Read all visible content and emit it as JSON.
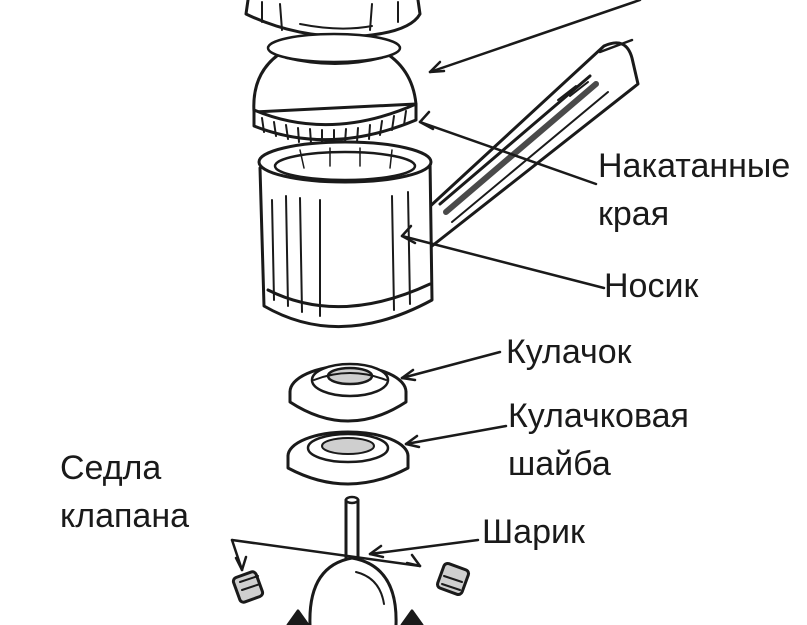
{
  "labels": {
    "knurled_edges_line1": "Накатанные",
    "knurled_edges_line2": "края",
    "spout": "Носик",
    "cam": "Кулачок",
    "cam_washer_line1": "Кулачковая",
    "cam_washer_line2": "шайба",
    "valve_seats_line1": "Седла",
    "valve_seats_line2": "клапана",
    "ball": "Шарик"
  },
  "colors": {
    "ink": "#1a1a1a",
    "fill": "#ffffff",
    "shade": "#cfcfcf"
  }
}
